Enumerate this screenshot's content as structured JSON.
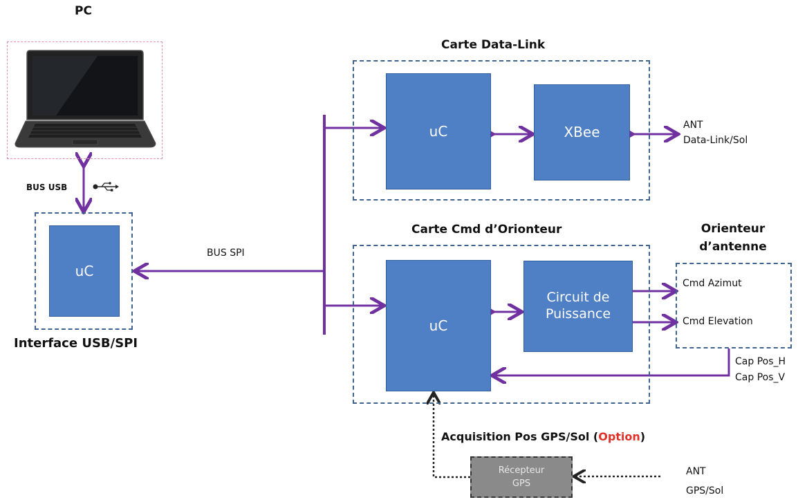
{
  "pc": {
    "title": "PC"
  },
  "usb_bus": {
    "label": "BUS USB"
  },
  "usb_interface": {
    "title": "Interface USB/SPI",
    "uc_label": "uC"
  },
  "spi_bus": {
    "label": "BUS SPI"
  },
  "data_link_card": {
    "title": "Carte Data-Link",
    "uc_label": "uC",
    "xbee_label": "XBee",
    "antenna_line1": "ANT",
    "antenna_line2": "Data-Link/Sol"
  },
  "cmd_card": {
    "title": "Carte Cmd d’Orionteur",
    "uc_label": "uC",
    "power_line1": "Circuit de",
    "power_line2": "Puissance"
  },
  "orienteur": {
    "title_line1": "Orienteur",
    "title_line2": "d’antenne",
    "cmd_azimut": "Cmd Azimut",
    "cmd_elevation": "Cmd Elevation",
    "cap_h": "Cap Pos_H",
    "cap_v": "Cap Pos_V"
  },
  "gps": {
    "title_prefix": "Acquisition Pos GPS/Sol (",
    "title_option": "Option",
    "title_suffix": ")",
    "receiver_line1": "Récepteur",
    "receiver_line2": "GPS",
    "antenna_line1": "ANT",
    "antenna_line2": "GPS/Sol"
  },
  "colors": {
    "block_fill": "#4f7fc4",
    "wire": "#7030a0",
    "dashed_border": "#3e6390",
    "option_text": "#e0302a"
  },
  "icons": {
    "usb": "usb-icon",
    "laptop": "laptop-icon"
  }
}
